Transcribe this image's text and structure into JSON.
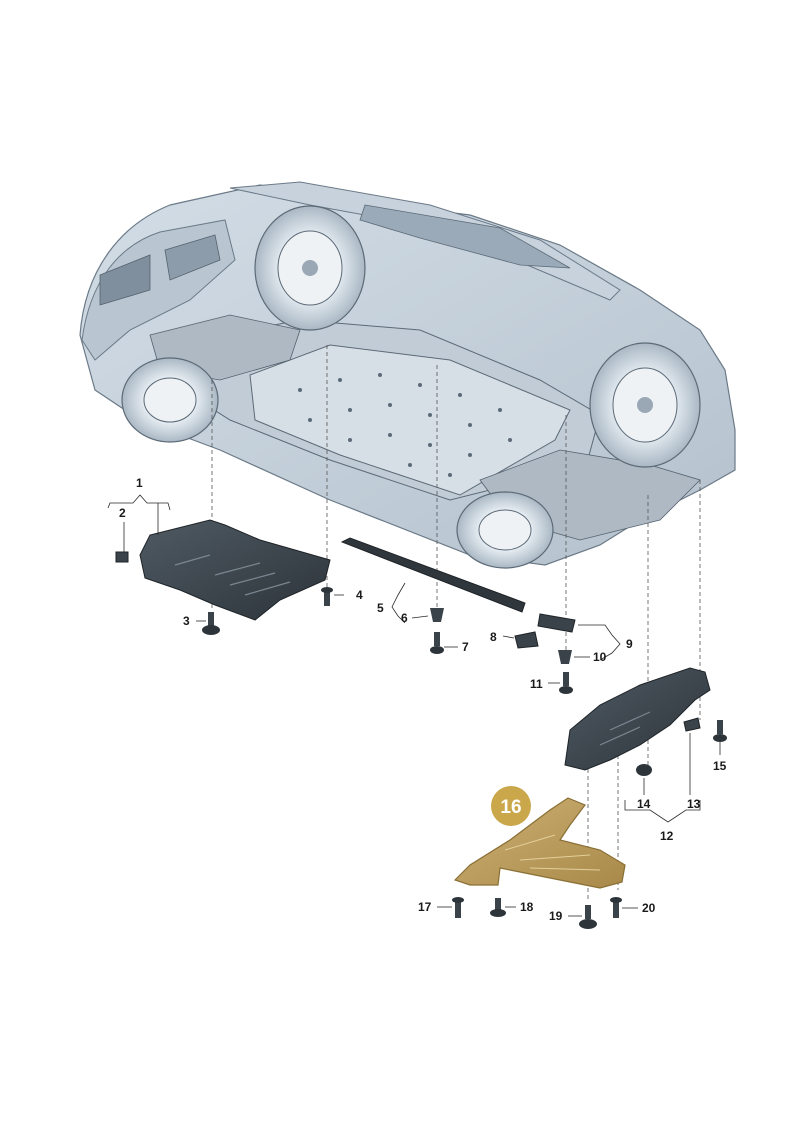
{
  "highlight_color": "#c9a74a",
  "callouts": {
    "c1": "1",
    "c2": "2",
    "c3": "3",
    "c4": "4",
    "c5": "5",
    "c6": "6",
    "c7": "7",
    "c8": "8",
    "c9": "9",
    "c10": "10",
    "c11": "11",
    "c12": "12",
    "c13": "13",
    "c14": "14",
    "c15": "15",
    "c16": "16",
    "c17": "17",
    "c18": "18",
    "c19": "19",
    "c20": "20"
  },
  "highlighted_part": "16"
}
